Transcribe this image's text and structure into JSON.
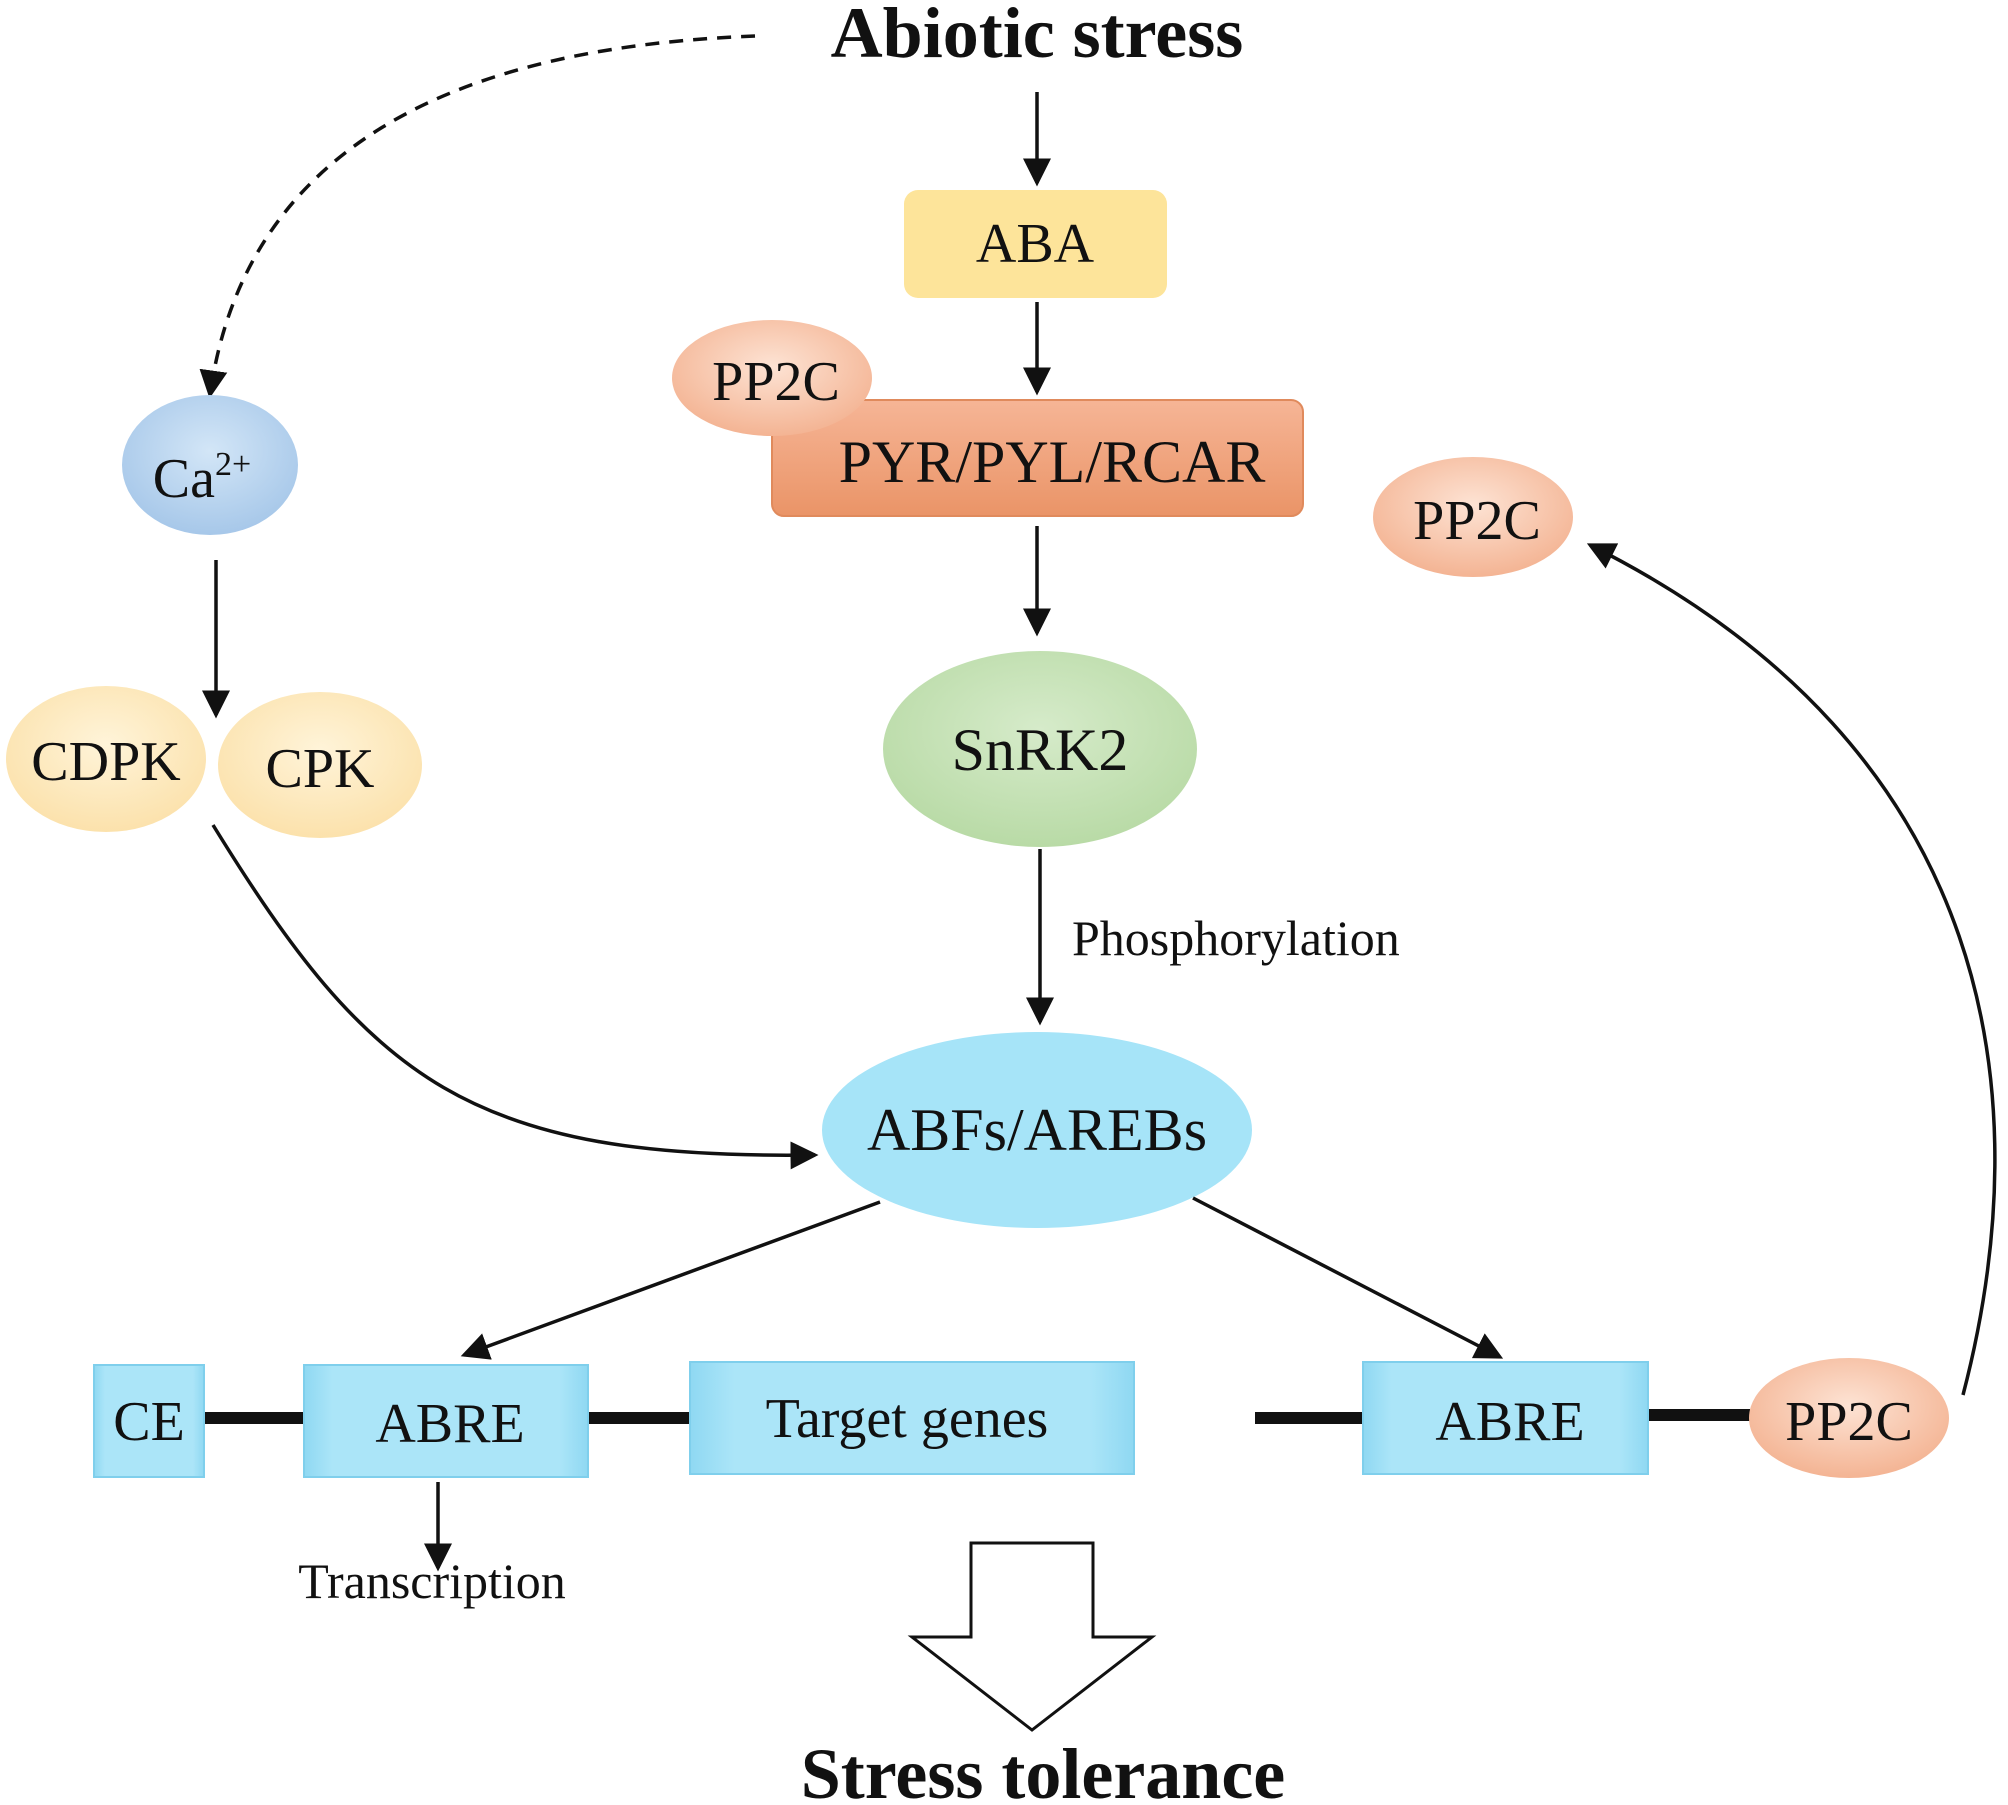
{
  "title_top": "Abiotic stress",
  "title_bottom": "Stress tolerance",
  "nodes": {
    "aba": "ABA",
    "pp2c_receptor": "PP2C",
    "receptor": "PYR/PYL/RCAR",
    "pp2c_feedback": "PP2C",
    "calcium": "Ca",
    "calcium_charge": "2+",
    "cdpk": "CDPK",
    "cpk": "CPK",
    "snrk2": "SnRK2",
    "abfs": "ABFs/AREBs"
  },
  "edge_labels": {
    "phosphorylation": "Phosphorylation",
    "transcription": "Transcription"
  },
  "gene_left": {
    "ce": "CE",
    "abre": "ABRE",
    "target": "Target genes"
  },
  "gene_right": {
    "abre": "ABRE",
    "pp2c": "PP2C"
  },
  "colors": {
    "aba": "#fde49a",
    "receptor": "#f1a07c",
    "pp2c": "#f8c3a6",
    "calcium": "#b7d3ee",
    "kinase": "#fdeab9",
    "snrk2": "#c3e0b5",
    "abfs": "#a6e4f8",
    "gene_box": "#a6e4f8"
  }
}
